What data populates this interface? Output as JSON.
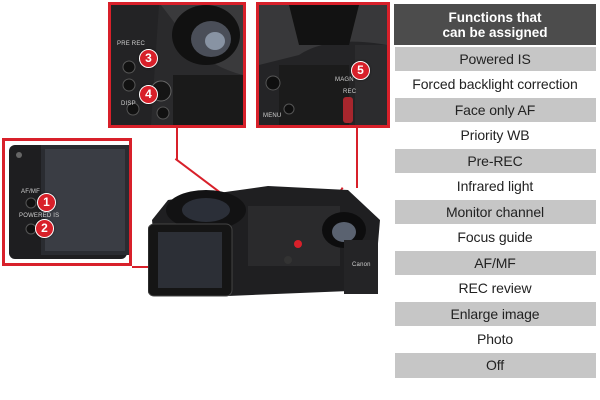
{
  "table": {
    "header_line1": "Functions that",
    "header_line2": "can be assigned",
    "rows": [
      "Powered IS",
      "Forced backlight correction",
      "Face only AF",
      "Priority WB",
      "Pre-REC",
      "Infrared light",
      "Monitor channel",
      "Focus guide",
      "AF/MF",
      "REC review",
      "Enlarge image",
      "Photo",
      "Off"
    ]
  },
  "callouts": [
    "1",
    "2",
    "3",
    "4",
    "5"
  ],
  "camera_labels": {
    "pre_rec": "PRE REC",
    "disp": "DISP",
    "magn": "MAGN",
    "rec": "REC",
    "menu": "MENU",
    "af_mf": "AF/MF",
    "powered_is": "POWERED IS",
    "brand": "Canon"
  },
  "colors": {
    "accent_red": "#d8202a",
    "table_header": "#4c4c4c",
    "row_shade": "#c6c6c6"
  }
}
